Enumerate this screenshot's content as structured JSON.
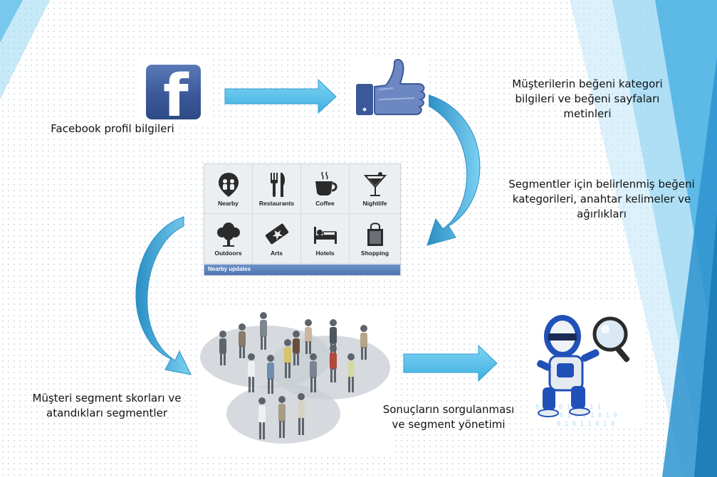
{
  "labels": {
    "facebook_profile": "Facebook profil bilgileri",
    "like_info_line1": "Müşterilerin beğeni kategori",
    "like_info_line2": "bilgileri ve beğeni sayfaları",
    "like_info_line3": "metinleri",
    "segment_def_line1": "Segmentler için belirlenmiş beğeni",
    "segment_def_line2": "kategorileri, anahtar kelimeler ve",
    "segment_def_line3": "ağırlıkları",
    "customer_scores_line1": "Müşteri segment skorları ve",
    "customer_scores_line2": "atandıkları segmentler",
    "query_line1": "Sonuçların sorgulanması",
    "query_line2": "ve segment yönetimi"
  },
  "categories_panel": {
    "items": [
      {
        "label": "Nearby",
        "icon": "map-pin-people-icon"
      },
      {
        "label": "Restaurants",
        "icon": "fork-knife-icon"
      },
      {
        "label": "Coffee",
        "icon": "coffee-cup-icon"
      },
      {
        "label": "Nightlife",
        "icon": "cocktail-glass-icon"
      },
      {
        "label": "Outdoors",
        "icon": "tree-icon"
      },
      {
        "label": "Arts",
        "icon": "ticket-star-icon"
      },
      {
        "label": "Hotels",
        "icon": "bed-icon"
      },
      {
        "label": "Shopping",
        "icon": "shopping-bag-icon"
      }
    ],
    "footer": "Nearby updates"
  },
  "icons": {
    "facebook_logo_letter": "f",
    "thumbs_up": "thumbs-up-icon",
    "people_group": "people-segments-illustration",
    "robot": "robot-magnifier-illustration"
  },
  "colors": {
    "facebook_blue": "#3b5998",
    "arrow_fill": "#5bc3ea",
    "deco_light": "#8fd3f2",
    "deco_mid": "#4fb3e3",
    "deco_dark": "#1f7fb8"
  }
}
